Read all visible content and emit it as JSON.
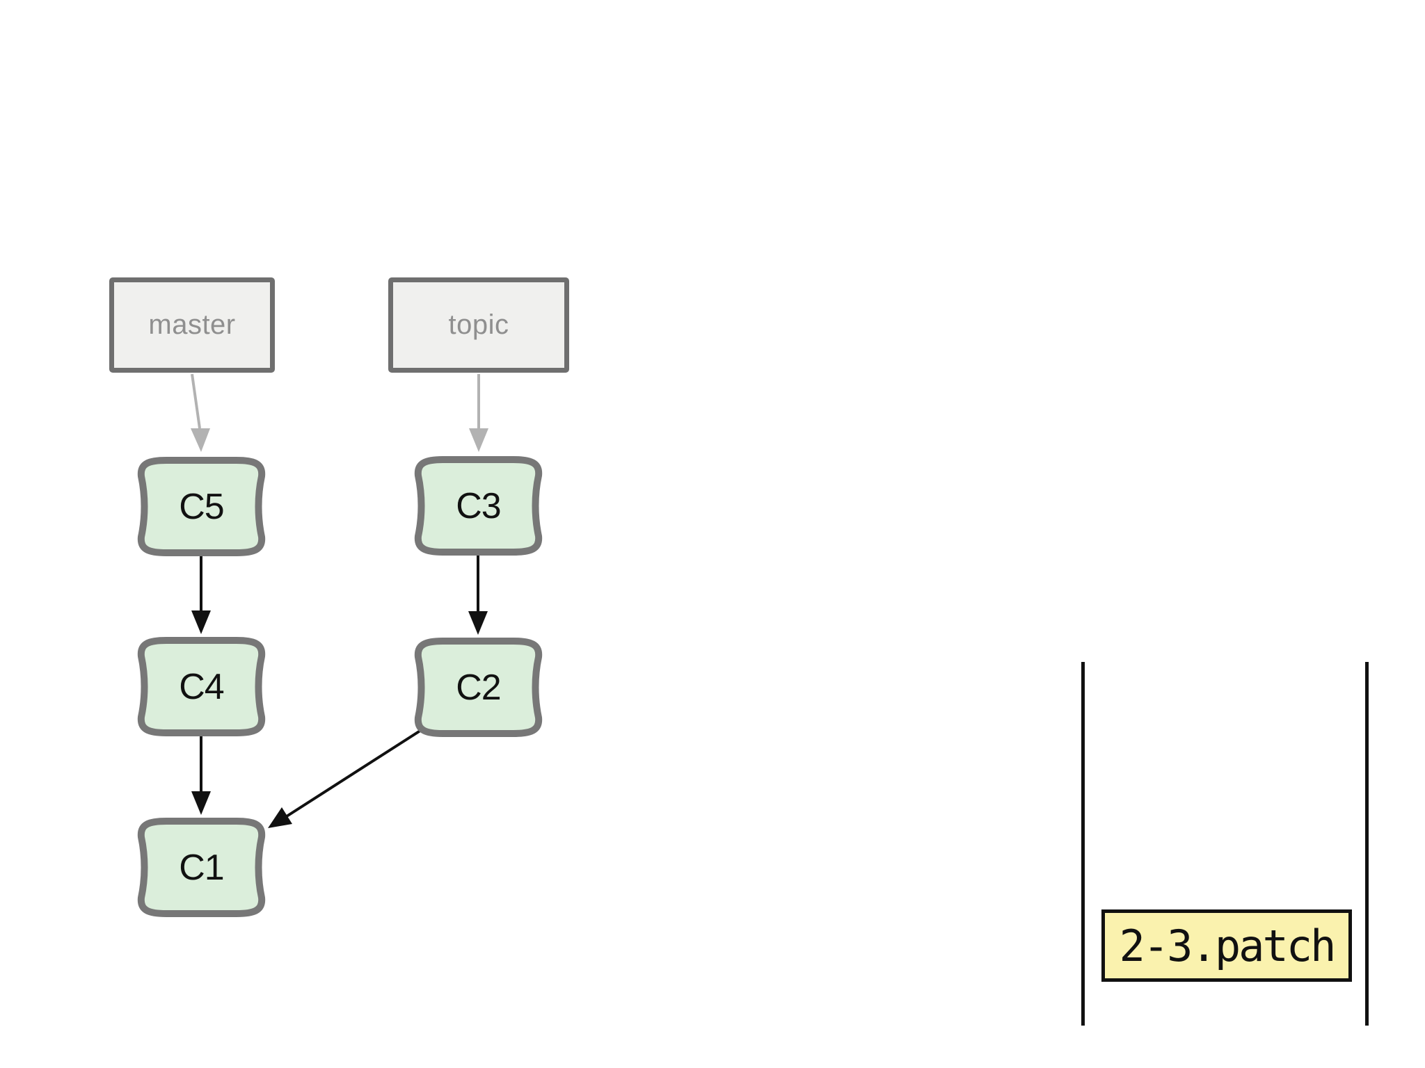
{
  "branches": {
    "master": {
      "label": "master"
    },
    "topic": {
      "label": "topic"
    }
  },
  "commits": {
    "c5": {
      "label": "C5"
    },
    "c4": {
      "label": "C4"
    },
    "c1": {
      "label": "C1"
    },
    "c3": {
      "label": "C3"
    },
    "c2": {
      "label": "C2"
    }
  },
  "edges": [
    {
      "from": "master",
      "to": "C5",
      "kind": "branch-pointer"
    },
    {
      "from": "topic",
      "to": "C3",
      "kind": "branch-pointer"
    },
    {
      "from": "C5",
      "to": "C4",
      "kind": "parent"
    },
    {
      "from": "C4",
      "to": "C1",
      "kind": "parent"
    },
    {
      "from": "C3",
      "to": "C2",
      "kind": "parent"
    },
    {
      "from": "C2",
      "to": "C1",
      "kind": "parent"
    }
  ],
  "patch": {
    "label": "2-3.patch"
  },
  "colors": {
    "commit_fill": "#dbeedb",
    "commit_border": "#777777",
    "commit_text": "#111111",
    "branch_fill": "#f0f0ee",
    "branch_border": "#6f6f6f",
    "branch_text": "#8f8f8f",
    "patch_fill": "#faf2ae",
    "patch_border": "#111111",
    "patch_text": "#111111",
    "arrow_parent": "#111111",
    "arrow_pointer": "#b2b2b2",
    "range_line": "#111111",
    "background": "#ffffff"
  }
}
